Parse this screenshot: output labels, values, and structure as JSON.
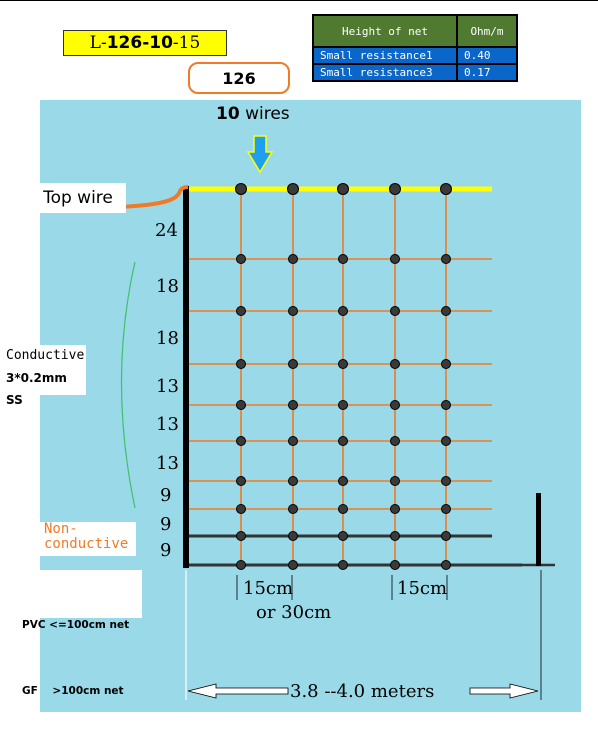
{
  "product_code": {
    "prefix": "L- ",
    "main": "126-10",
    "suffix": "-15"
  },
  "net_height": "126",
  "resistance_table": {
    "headers": [
      "Height of net",
      "Ohm/m"
    ],
    "rows": [
      {
        "name": "Small resistance1",
        "value": "0.40"
      },
      {
        "name": "Small resistance3",
        "value": "0.17"
      }
    ]
  },
  "wires": {
    "count": "10",
    "unit": "wires"
  },
  "top_wire_label": "Top wire",
  "conductive": {
    "title": "Conductive",
    "material": "3*0.2mm SS"
  },
  "non_conductive": {
    "line1": "Non-",
    "line2": "conductive"
  },
  "post_material": {
    "line1": "PVC <=100cm net",
    "line2": "GF    >100cm net"
  },
  "wire_spacings": [
    "24",
    "18",
    "18",
    "13",
    "13",
    "13",
    "9",
    "9",
    "9"
  ],
  "post_spacing": {
    "a": "15cm",
    "b": "15cm",
    "alt": "or 30cm"
  },
  "length": "3.8 --4.0 meters",
  "colors": {
    "panel": "#99d9e8",
    "top_wire": "#ffff00",
    "conductive_wire": "#f07a26",
    "bottom_wire": "#333333",
    "title_yellow": "#ffff00",
    "table_header": "#4f7a30",
    "table_row": "#0a66c8"
  }
}
